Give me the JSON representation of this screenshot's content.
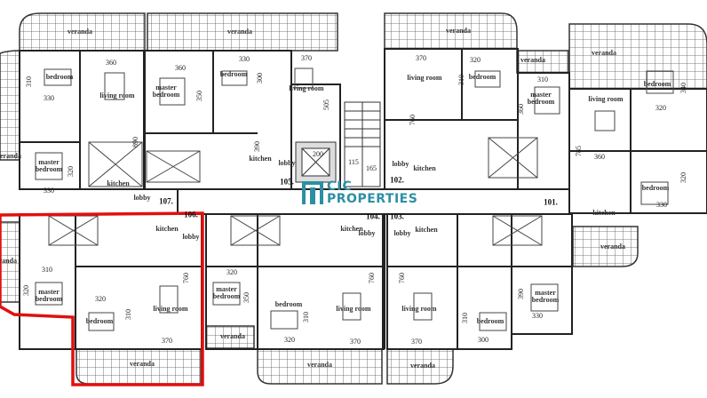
{
  "logo": {
    "line1": "CIC",
    "line2": "PROPERTIES",
    "color": "#2d8fa3"
  },
  "highlight_color": "#e01010",
  "labels": [
    "veranda",
    "veranda",
    "veranda",
    "bedroom",
    "310",
    "330",
    "360",
    "living room",
    "master bedroom",
    "360",
    "350",
    "bedroom",
    "330",
    "300",
    "370",
    "living room",
    "505",
    "890",
    "master bedroom",
    "320",
    "330",
    "kitchen",
    "390",
    "kitchen",
    "lobby",
    "105.",
    "107.",
    "lobby",
    "200",
    "115",
    "165",
    "veranda",
    "veranda",
    "veranda",
    "370",
    "living room",
    "320",
    "310",
    "bedroom",
    "310",
    "master bedroom",
    "360",
    "760",
    "lobby",
    "kitchen",
    "102.",
    "living room",
    "bedroom",
    "340",
    "320",
    "785",
    "360",
    "320",
    "bedroom",
    "330",
    "kitchen",
    "101.",
    "veranda",
    "kitchen",
    "lobby",
    "106.",
    "veranda",
    "310",
    "320",
    "master bedroom",
    "320",
    "bedroom",
    "310",
    "760",
    "living room",
    "370",
    "veranda",
    "320",
    "master bedroom",
    "350",
    "bedroom",
    "310",
    "320",
    "veranda",
    "370",
    "living room",
    "veranda",
    "kitchen",
    "104.",
    "103.",
    "lobby",
    "lobby",
    "kitchen",
    "760",
    "760",
    "living room",
    "370",
    "veranda",
    "390",
    "master bedroom",
    "330",
    "bedroom",
    "310",
    "300"
  ]
}
